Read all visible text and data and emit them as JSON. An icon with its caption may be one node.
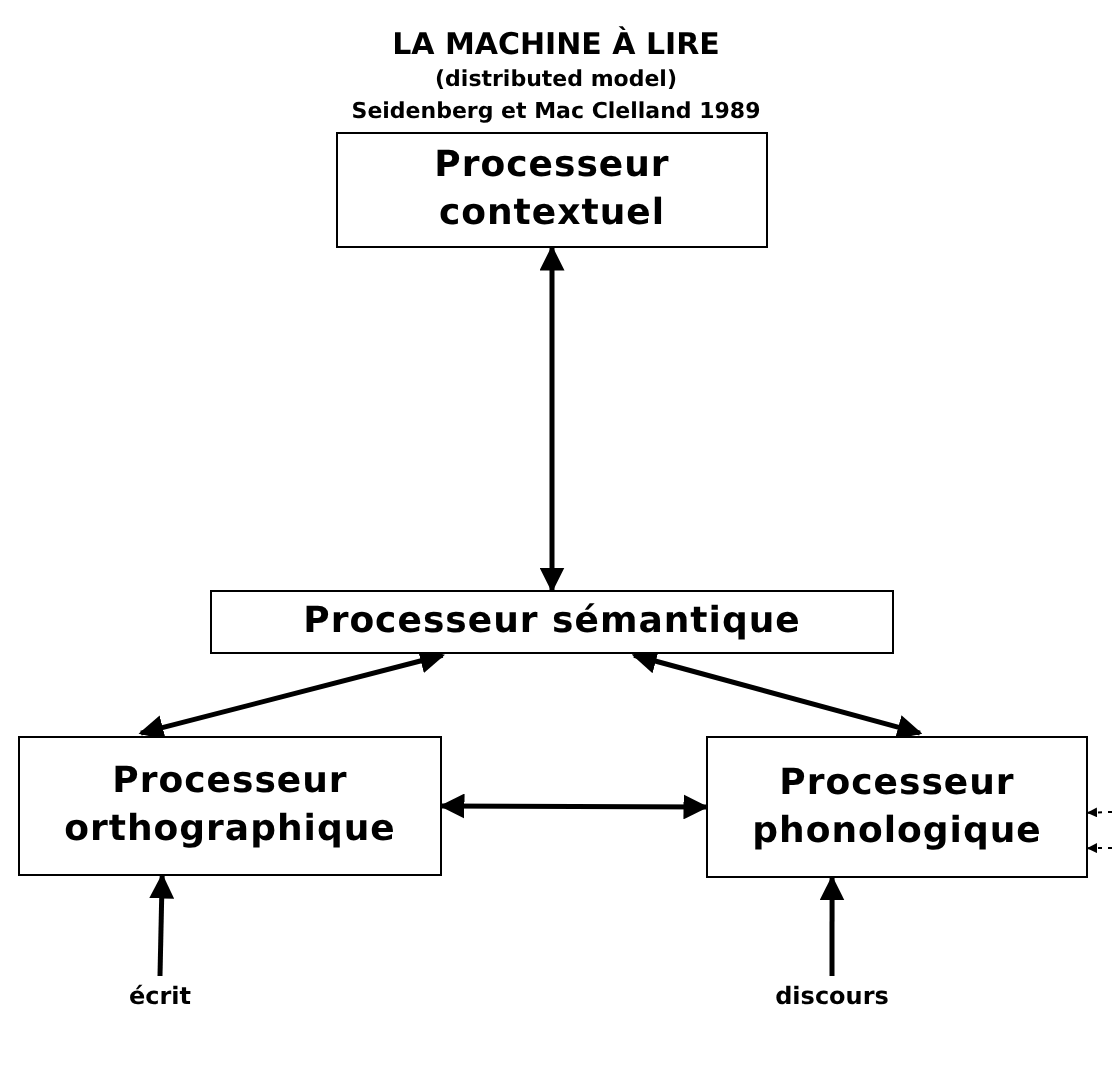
{
  "diagram": {
    "title": "LA MACHINE À LIRE",
    "nodes": [
      {
        "text": [
          "Processeur contextuel"
        ]
      },
      {
        "text": [
          "Processeur sémantique"
        ]
      },
      {
        "text": [
          "Processeur orthographique"
        ]
      },
      {
        "text": [
          "Processeur phonologique"
        ]
      },
      {
        "text": [
          "écrit"
        ]
      },
      {
        "text": [
          "discours"
        ]
      }
    ],
    "edges": [
      {
        "from": 0,
        "to": 1,
        "arrow": "both"
      },
      {
        "from": 1,
        "to": 2,
        "arrow": "both"
      },
      {
        "from": 1,
        "to": 3,
        "arrow": "both"
      },
      {
        "from": 2,
        "to": 3,
        "arrow": "both"
      },
      {
        "from": 4,
        "to": 2,
        "arrow": "to"
      },
      {
        "from": 5,
        "to": 3,
        "arrow": "to"
      },
      {
        "from": null,
        "to": 3,
        "arrow": "to",
        "style": "dashed"
      },
      {
        "from": null,
        "to": 3,
        "arrow": "to",
        "style": "dashed"
      }
    ],
    "labels": [
      "(distributed model)",
      "Seidenberg et Mac Clelland 1989"
    ]
  }
}
